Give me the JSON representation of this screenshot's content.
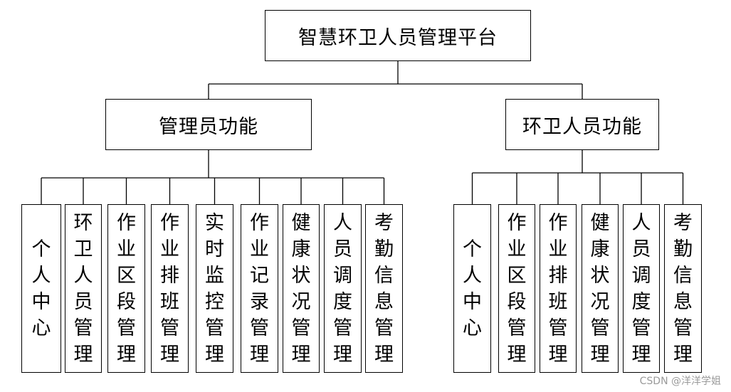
{
  "root": {
    "label": "智慧环卫人员管理平台"
  },
  "groups": [
    {
      "label": "管理员功能",
      "items": [
        "个人中心",
        "环卫人员管理",
        "作业区段管理",
        "作业排班管理",
        "实时监控管理",
        "作业记录管理",
        "健康状况管理",
        "人员调度管理",
        "考勤信息管理"
      ]
    },
    {
      "label": "环卫人员功能",
      "items": [
        "个人中心",
        "作业区段管理",
        "作业排班管理",
        "健康状况管理",
        "人员调度管理",
        "考勤信息管理"
      ]
    }
  ],
  "watermark": "CSDN @洋洋学姐"
}
